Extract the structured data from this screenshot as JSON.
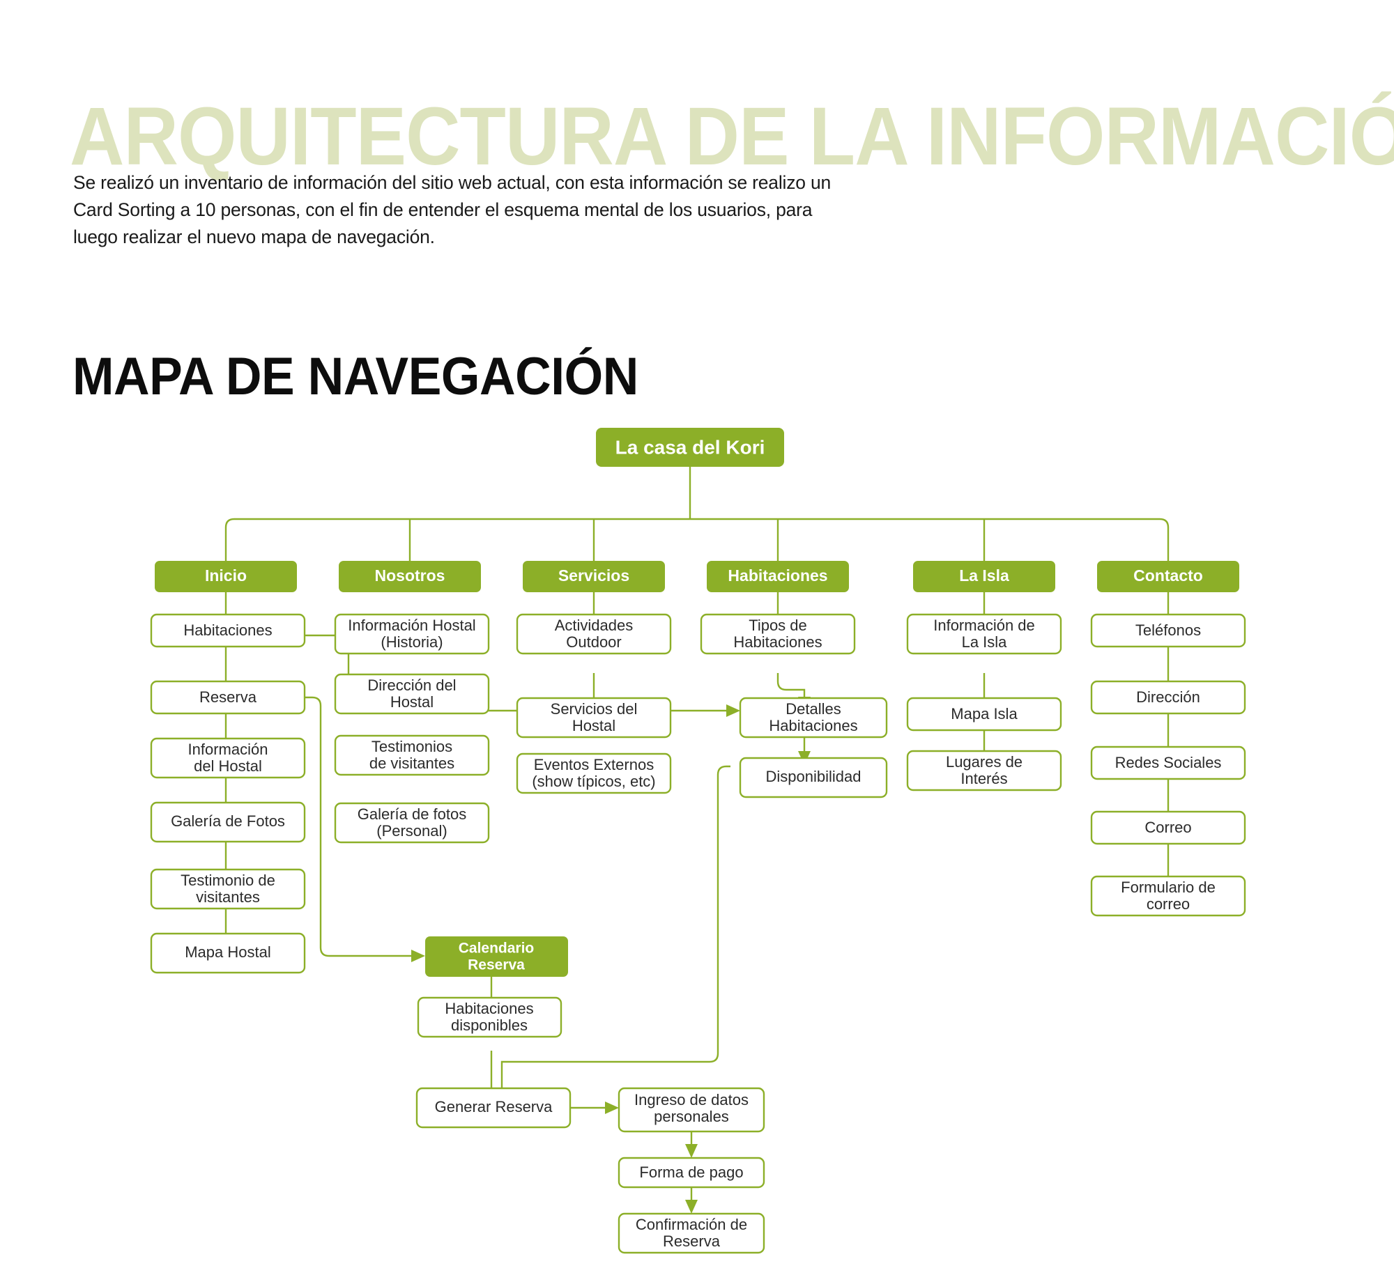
{
  "header": {
    "main_title": "ARQUITECTURA DE LA INFORMACIÓN",
    "paragraph_lines": [
      "Se realizó un inventario de información del sitio web actual, con esta información se realizo un",
      "Card Sorting a 10 personas, con el fin de entender el esquema mental de los usuarios, para",
      "luego realizar el nuevo mapa de navegación."
    ],
    "section_title": "MAPA DE NAVEGACIÓN"
  },
  "colors": {
    "title_green": "#dde3bd",
    "accent_green": "#8caf28",
    "box_border": "#8caf28",
    "box_fill": "#ffffff",
    "text_dark": "#2b2b2b",
    "text_white": "#ffffff"
  },
  "diagram": {
    "type": "site-map-tree",
    "root": {
      "label": "La casa del Kori"
    },
    "columns": [
      {
        "header": "Inicio",
        "children": [
          "Habitaciones",
          "Reserva",
          "Información\ndel Hostal",
          "Galería de Fotos",
          "Testimonio de\nvisitantes",
          "Mapa Hostal"
        ]
      },
      {
        "header": "Nosotros",
        "children": [
          "Información Hostal\n(Historia)",
          "Dirección del\nHostal",
          "Testimonios\nde visitantes",
          "Galería de fotos\n(Personal)"
        ]
      },
      {
        "header": "Servicios",
        "children": [
          "Actividades\nOutdoor",
          "Servicios del\nHostal",
          "Eventos Externos\n(show típicos, etc)"
        ]
      },
      {
        "header": "Habitaciones",
        "children": [
          "Tipos de\nHabitaciones",
          "Detalles\nHabitaciones",
          "Disponibilidad"
        ]
      },
      {
        "header": "La Isla",
        "children": [
          "Información de\nLa Isla",
          "Mapa Isla",
          "Lugares de\nInterés"
        ]
      },
      {
        "header": "Contacto",
        "children": [
          "Teléfonos",
          "Dirección",
          "Redes Sociales",
          "Correo",
          "Formulario de\ncorreo"
        ]
      }
    ],
    "booking_flow": {
      "calendar": "Calendario\nReserva",
      "steps": [
        "Habitaciones\ndisponibles",
        "Generar Reserva",
        "Ingreso de datos\npersonales",
        "Forma de pago",
        "Confirmación de\nReserva"
      ]
    },
    "nodes": {
      "root": "La casa del Kori",
      "inicio": "Inicio",
      "nosotros": "Nosotros",
      "servicios": "Servicios",
      "habitaciones": "Habitaciones",
      "la_isla": "La Isla",
      "contacto": "Contacto",
      "i1a": "Habitaciones",
      "i2a": "Reserva",
      "i3a": "Información",
      "i3b": "del Hostal",
      "i4a": "Galería de Fotos",
      "i5a": "Testimonio de",
      "i5b": "visitantes",
      "i6a": "Mapa Hostal",
      "n1a": "Información Hostal",
      "n1b": "(Historia)",
      "n2a": "Dirección del",
      "n2b": "Hostal",
      "n3a": "Testimonios",
      "n3b": "de visitantes",
      "n4a": "Galería de fotos",
      "n4b": "(Personal)",
      "s1a": "Actividades",
      "s1b": "Outdoor",
      "s2a": "Servicios del",
      "s2b": "Hostal",
      "s3a": "Eventos Externos",
      "s3b": "(show típicos, etc)",
      "h1a": "Tipos de",
      "h1b": "Habitaciones",
      "h2a": "Detalles",
      "h2b": "Habitaciones",
      "h3a": "Disponibilidad",
      "l1a": "Información de",
      "l1b": "La Isla",
      "l2a": "Mapa Isla",
      "l3a": "Lugares de",
      "l3b": "Interés",
      "c1a": "Teléfonos",
      "c2a": "Dirección",
      "c3a": "Redes Sociales",
      "c4a": "Correo",
      "c5a": "Formulario de",
      "c5b": "correo",
      "cal_a": "Calendario",
      "cal_b": "Reserva",
      "b1a": "Habitaciones",
      "b1b": "disponibles",
      "b2a": "Generar Reserva",
      "b3a": "Ingreso de datos",
      "b3b": "personales",
      "b4a": "Forma de pago",
      "b5a": "Confirmación de",
      "b5b": "Reserva"
    }
  }
}
